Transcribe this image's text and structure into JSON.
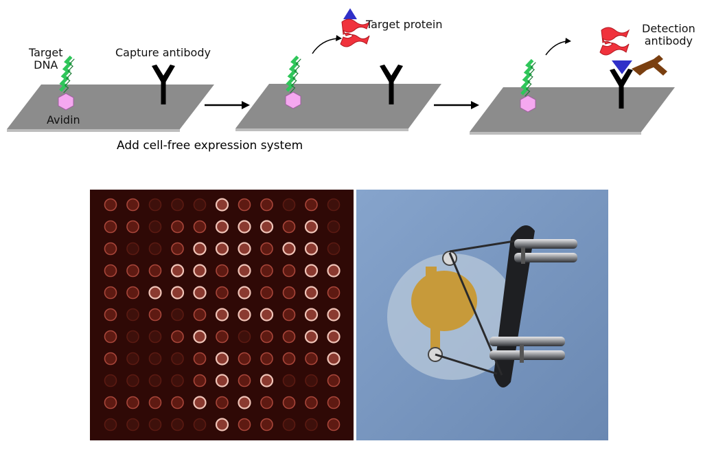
{
  "diagram": {
    "labels": {
      "target_dna": "Target\nDNA",
      "capture_antibody": "Capture antibody",
      "avidin": "Avidin",
      "target_protein": "Target protein",
      "detection_antibody": "Detection\nantibody"
    },
    "caption": "Add cell-free expression system"
  },
  "colors": {
    "slide": "#8c8c8c",
    "dna_helix": "#2fc65a",
    "avidin": "#f5a8f0",
    "protein": "#f0323c",
    "tag": "#3030c8",
    "antibody": "#000000",
    "detection_antibody": "#7a3f10",
    "array_background": "#2a0805",
    "photo_background": "#7d9bc3"
  }
}
